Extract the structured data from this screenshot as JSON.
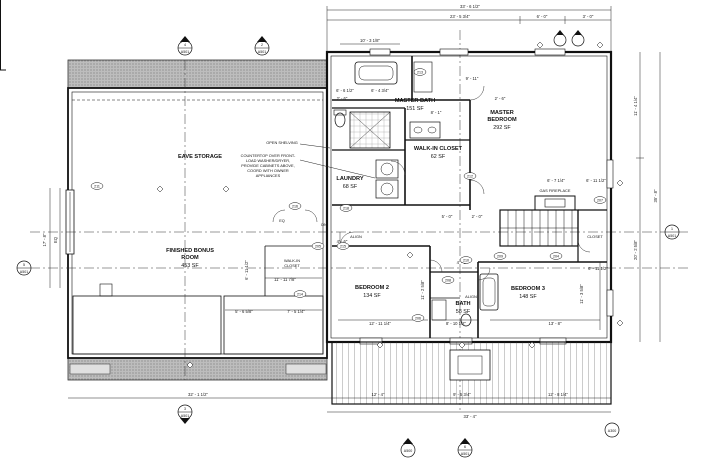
{
  "rooms": {
    "eave_storage": {
      "name": "EAVE STORAGE"
    },
    "bonus_room": {
      "name_line1": "FINISHED BONUS",
      "name_line2": "ROOM",
      "area": "453 SF"
    },
    "laundry": {
      "name": "LAUNDRY",
      "area": "68 SF"
    },
    "master_bath": {
      "name": "MASTER BATH",
      "area": "151 SF"
    },
    "master_bedroom": {
      "name_line1": "MASTER",
      "name_line2": "BEDROOM",
      "area": "292 SF"
    },
    "walk_in_closet": {
      "name": "WALK-IN CLOSET",
      "area": "62 SF"
    },
    "bedroom2": {
      "name": "BEDROOM 2",
      "area": "134 SF"
    },
    "bedroom3": {
      "name": "BEDROOM 3",
      "area": "148 SF"
    },
    "bath": {
      "name": "BATH",
      "area": "58 SF"
    }
  },
  "notes": {
    "open_shelving": "OPEN SHELVING",
    "counter_line1": "COUNTERTOP OVER FRONT-",
    "counter_line2": "LOAD WASHER/DRYER,",
    "counter_line3": "PROVIDE CABINETS ABOVE,",
    "counter_line4": "COORD WITH OWNER",
    "counter_line5": "APPLIANCES",
    "gas_fireplace": "GAS FIREPLACE",
    "closet": "CLOSET",
    "walk_in_closet_small_1": "WALK-IN",
    "walk_in_closet_small_2": "CLOSET",
    "align_1": "ALIGN",
    "align_2": "ALIGN",
    "dn": "DN",
    "eq": "EQ"
  },
  "dimensions": {
    "top_overall": "33' - 6 1/2\"",
    "top_1": "23' - 5 3/4\"",
    "top_2": "6' - 0\"",
    "top_3": "3' - 0\"",
    "top_4": "10' - 3 1/8\"",
    "bath_h": "9' - 11\"",
    "bath_w1": "6' - 6 1/2\"",
    "bath_w2": "6' - 4 3/4\"",
    "wic_w": "8' - 1\"",
    "bath_small": "2' - 6\"",
    "bath_small2": "2' - 6\"",
    "left_v": "17' - 8\"",
    "eq_v": "EQ",
    "right_v_overall": "35' - 8\"",
    "right_v1": "11' - 4 1/4\"",
    "right_v2": "20' - 2 5/8\"",
    "right_v3": "6' - 11 1/2\"",
    "fp_w": "6' - 7 1/4\"",
    "b3_v": "11' - 3 5/8\"",
    "b3_small": "6' - 11 1/2\"",
    "b3_w": "13' - 8\"",
    "b2_w": "12' - 11 1/4\"",
    "b2_v": "11' - 2 5/8\"",
    "bath_w": "8' - 10 1/2\"",
    "wic_dim": "2' - 0\"",
    "lau_w": "4' - 8\"",
    "bonus_d1": "11' - 11 7/8\"",
    "bonus_d2": "5' - 6 5/8\"",
    "bonus_d3": "7' - 5 1/4\"",
    "bonus_v": "6' - 11 1/2\"",
    "bottom_left": "32' - 1 1/2\"",
    "bottom_1": "12' - 4\"",
    "bottom_2": "9' - 5 3/4\"",
    "bottom_3": "12' - 8 1/4\"",
    "bottom_overall": "33' - 4\"",
    "wall_small": "4' - 6\"",
    "wall_small2": "5' - 0\""
  },
  "section_markers": [
    {
      "id": "A501",
      "num": "4"
    },
    {
      "id": "A501",
      "num": "2"
    },
    {
      "id": "A501",
      "num": "5"
    },
    {
      "id": "A501",
      "num": "1"
    },
    {
      "id": "A501",
      "num": "3"
    },
    {
      "id": "A501",
      "num": "6"
    },
    {
      "id": "A500",
      "num": ""
    },
    {
      "id": "A300",
      "num": ""
    }
  ],
  "tags": {
    "d1": "211",
    "d2": "213",
    "d3": "212",
    "d4": "218",
    "d5": "216",
    "d6": "215",
    "d7": "214",
    "d8": "210",
    "d9": "209",
    "d10": "208",
    "d11": "207",
    "d12": "206",
    "d13": "205",
    "d14": "204"
  }
}
